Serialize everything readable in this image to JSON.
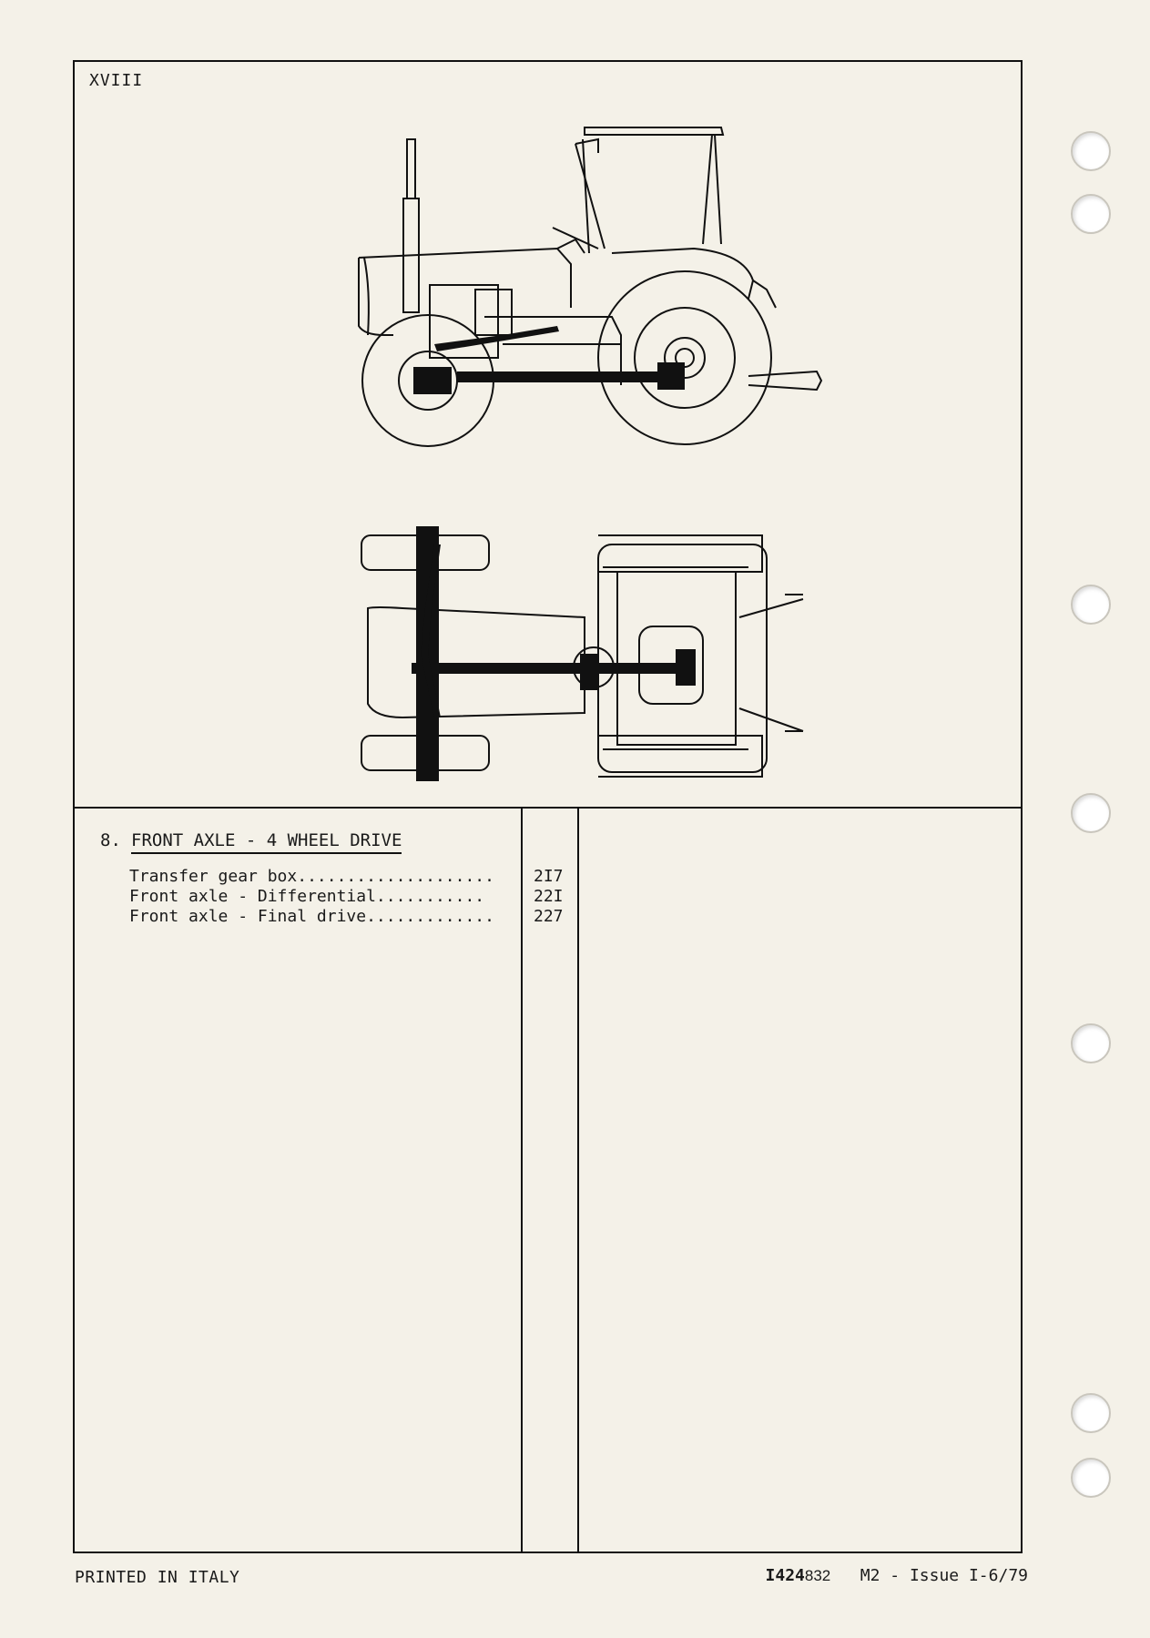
{
  "page": {
    "roman_number": "XVIII",
    "section": {
      "number": "8.",
      "title": "FRONT AXLE - 4 WHEEL DRIVE",
      "items": [
        {
          "label": "Transfer gear box....................",
          "page": "2I7"
        },
        {
          "label": "Front axle - Differential...........",
          "page": "22I"
        },
        {
          "label": "Front axle - Final drive.............",
          "page": "227"
        }
      ]
    },
    "footer": {
      "printed": "PRINTED IN ITALY",
      "code": "I424",
      "code_suffix": "832",
      "issue": "M2 - Issue I-6/79"
    }
  }
}
